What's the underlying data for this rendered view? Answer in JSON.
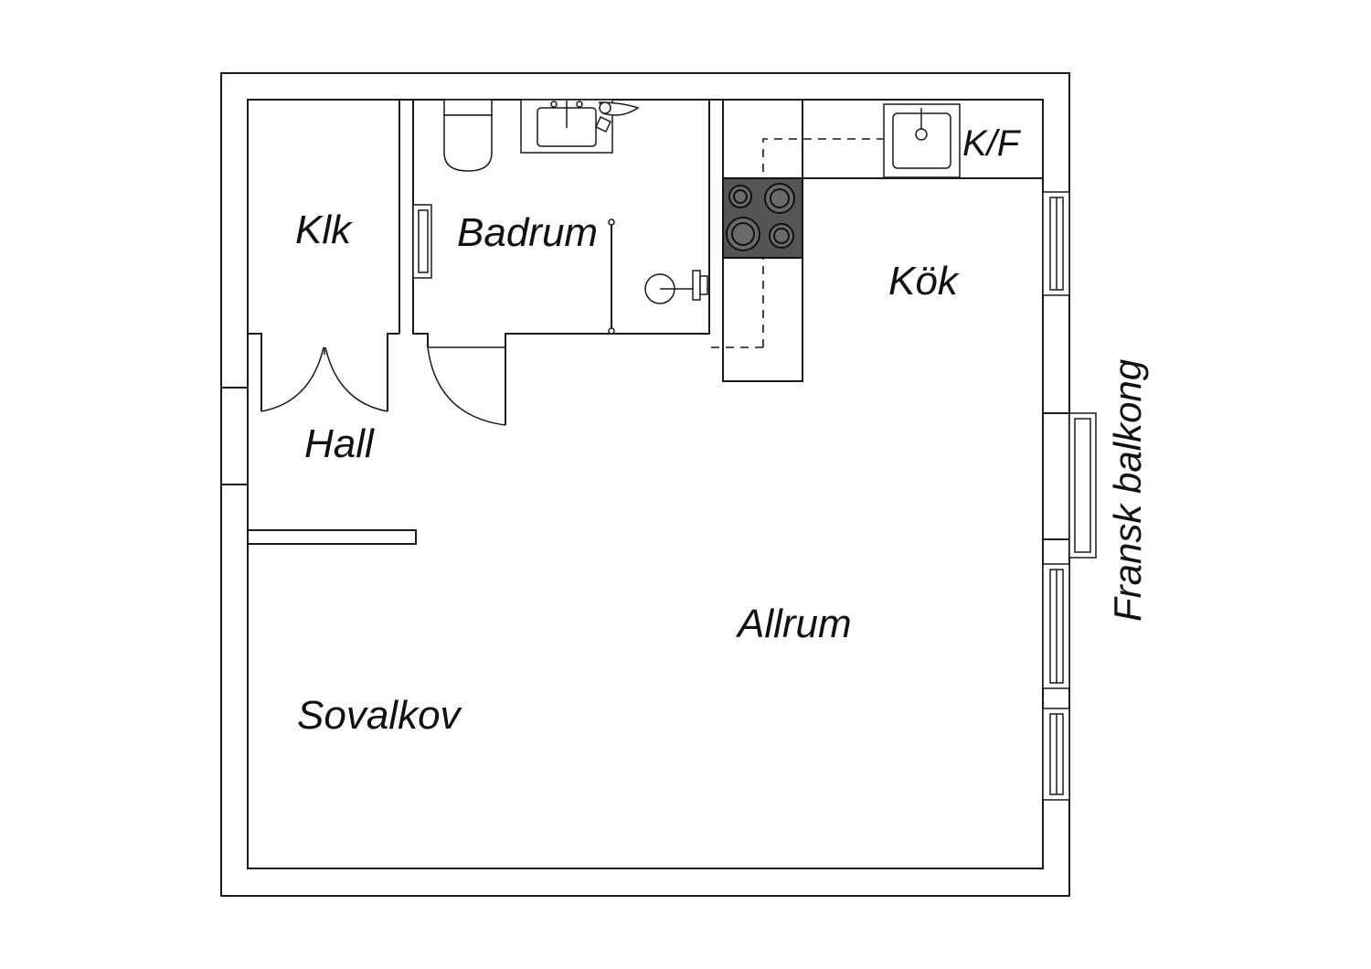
{
  "rooms": {
    "klk": "Klk",
    "badrum": "Badrum",
    "kok": "Kök",
    "hall": "Hall",
    "allrum": "Allrum",
    "sovalkov": "Sovalkov",
    "kf": "K/F"
  },
  "balcony_label": "Fransk balkong",
  "colors": {
    "wall_stroke": "#1a1a1a",
    "hob": "#555555",
    "hob_plate": "#6a6a6a",
    "background": "#ffffff"
  }
}
